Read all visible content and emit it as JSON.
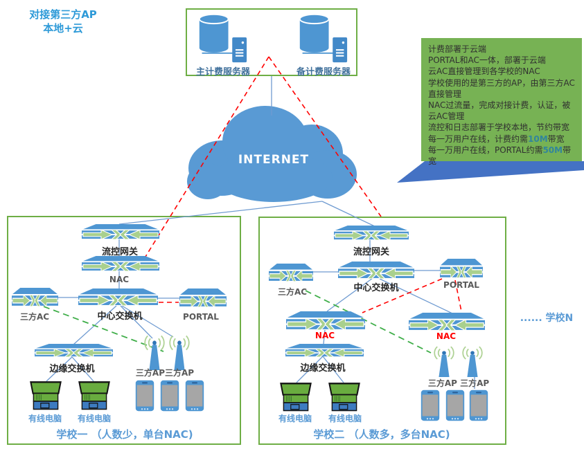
{
  "title": "对接第三方AP\n本地+云",
  "sidenote": "...... 学校N",
  "cloud": {
    "label": "INTERNET"
  },
  "billing_box": {
    "primary_server": "主计费服务器",
    "backup_server": "备计费服务器"
  },
  "bubble": {
    "lines": [
      "计费部署于云端",
      "PORTAL和AC一体，部署于云端",
      "云AC直接管理到各学校的NAC",
      "学校使用的是第三方的AP，由第三方AC直接管理",
      "NAC过流量，完成对接计费，认证，被云AC管理",
      "流控和日志部署于学校本地，节约带宽"
    ],
    "line_10m": {
      "prefix": "每一万用户在线，计费约需",
      "value": "10M",
      "suffix": "带宽"
    },
    "line_50m": {
      "prefix": "每一万用户在线，PORTAL约需",
      "value": "50M",
      "suffix": "带宽"
    }
  },
  "school1": {
    "caption": "学校一 （人数少，单台NAC)",
    "flow_gateway": "流控网关",
    "nac": "NAC",
    "third_party_ac": "三方AC",
    "core_switch": "中心交换机",
    "portal": "PORTAL",
    "edge_switch": "边缘交换机",
    "wired_pc_left": "有线电脑",
    "wired_pc_right": "有线电脑",
    "third_party_ap": "三方AP三方AP"
  },
  "school2": {
    "caption": "学校二 （人数多，多台NAC)",
    "flow_gateway": "流控网关",
    "third_party_ac": "三方AC",
    "core_switch": "中心交换机",
    "portal": "PORTAL",
    "nac_left": "NAC",
    "nac_right": "NAC",
    "edge_switch": "边缘交换机",
    "wired_pc_left": "有线电脑",
    "wired_pc_right": "有线电脑",
    "third_party_ap": "三方AP 三方AP"
  },
  "icons": {
    "switch": "3d-switch-icon",
    "laptop": "laptop-icon",
    "phone": "smartphone-icon",
    "access_point": "wifi-ap-icon",
    "database_server": "database-server-icon",
    "cloud": "cloud-icon"
  },
  "colors": {
    "device_blue": "#4E96D2",
    "arrow_green": "#A9D08E",
    "cloud_blue": "#599AD4",
    "bubble_green": "#77B254",
    "tail_blue": "#4472C4",
    "box_border_green": "#6EAE45",
    "link_blue": "#6F9BD1",
    "dashed_red": "#FF0000",
    "dashed_green": "#3FAE49",
    "label_blue": "#5B9BD5",
    "title_blue": "#2E9AD8"
  }
}
